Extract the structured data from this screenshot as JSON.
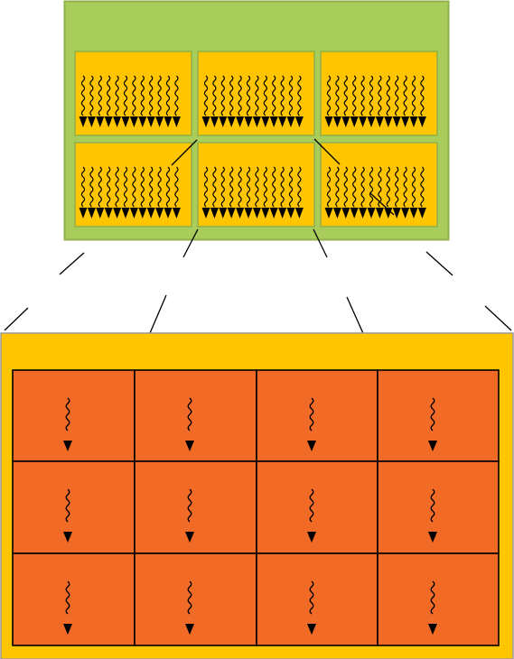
{
  "colors": {
    "grid_background": "#a9cd5b",
    "grid_border": "#8fb04a",
    "block_fill": "#ffc600",
    "block_border": "#8fb04a",
    "zoom_background": "#ffc600",
    "zoom_border": "#9a9a9a",
    "thread_cell_fill": "#f26b26",
    "thread_cell_border": "#000000",
    "thread_glyph": "#000000",
    "connector_line": "#000000"
  },
  "grid": {
    "rows": 2,
    "cols": 3,
    "block_icon": "warp-threads-icon",
    "threads_per_block_row": 12
  },
  "zoomed_block": {
    "rows": 3,
    "cols": 4,
    "cell_icon": "single-thread-icon"
  }
}
